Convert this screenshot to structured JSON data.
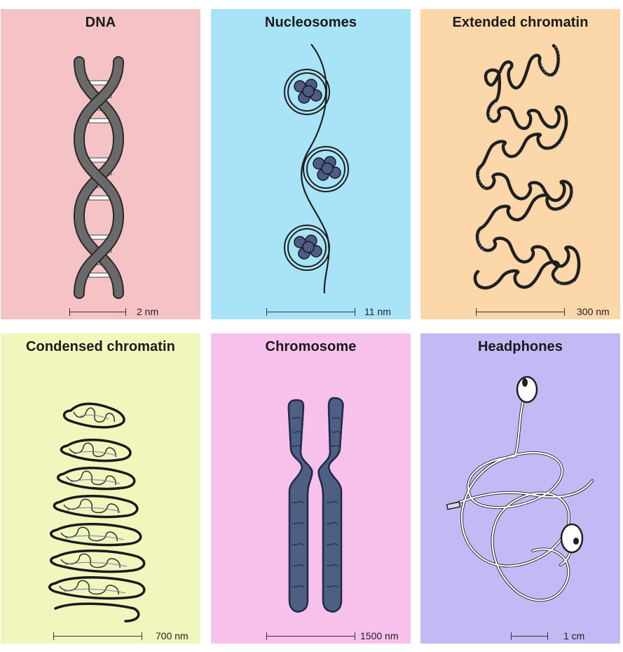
{
  "panels": [
    {
      "title": "DNA",
      "scale": "2 nm",
      "bg": "#f5c3c5"
    },
    {
      "title": "Nucleosomes",
      "scale": "11 nm",
      "bg": "#a8e3f7"
    },
    {
      "title": "Extended chromatin",
      "scale": "300 nm",
      "bg": "#fbd7a9"
    },
    {
      "title": "Condensed chromatin",
      "scale": "700 nm",
      "bg": "#f1f6bd"
    },
    {
      "title": "Chromosome",
      "scale": "1500 nm",
      "bg": "#f7c1ec"
    },
    {
      "title": "Headphones",
      "scale": "1 cm",
      "bg": "#c5b9f5"
    }
  ],
  "colors": {
    "strand": "#666666",
    "outline": "#2a2a2a",
    "histone": "#4d5b86",
    "chromosome": "#4d5f83"
  },
  "icons": [
    "dna-double-helix",
    "nucleosome-beads",
    "chromatin-fiber",
    "condensed-chromatin-coil",
    "chromosome",
    "tangled-earphones"
  ]
}
